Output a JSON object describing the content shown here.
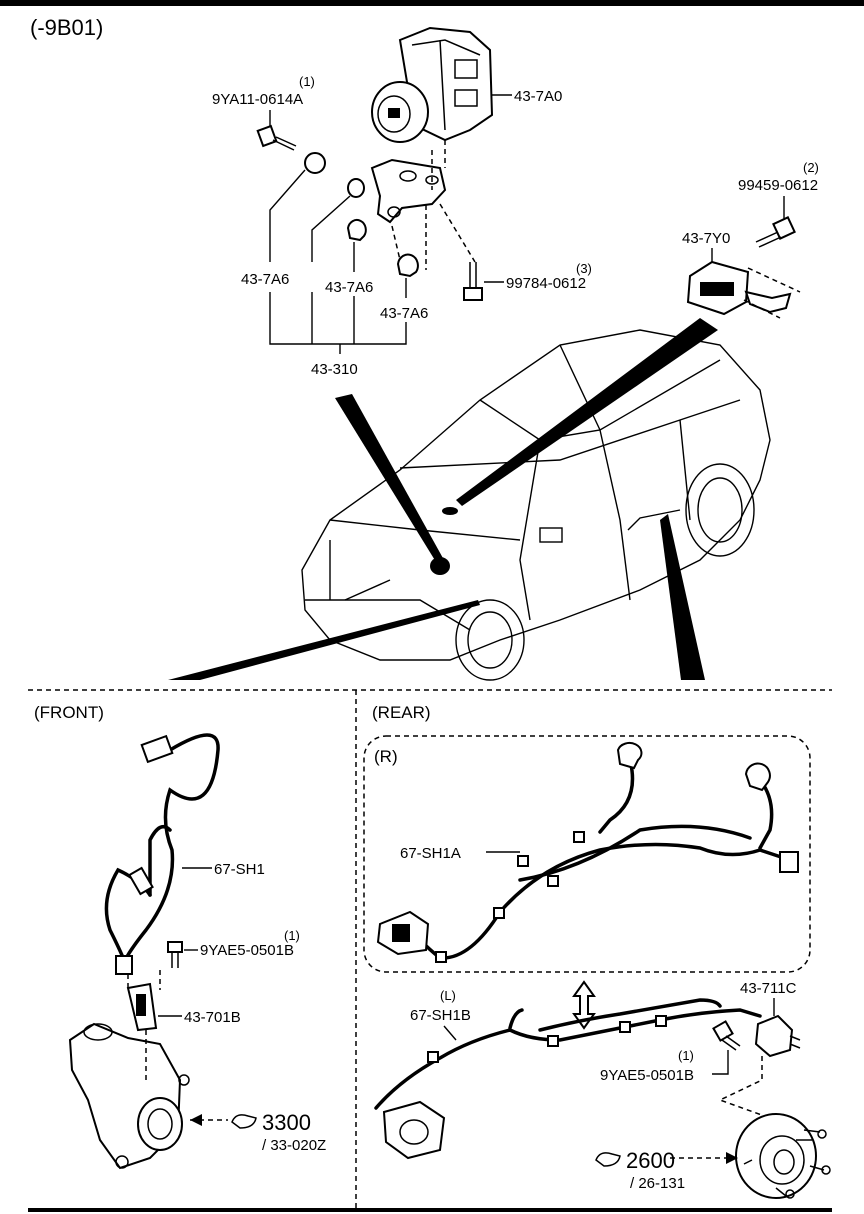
{
  "header": {
    "code": "(-9B01)"
  },
  "top_labels": {
    "bolt_part": "9YA11-0614A",
    "bolt_qty": "(1)",
    "hcu": "43-7A0",
    "bracket": "43-310",
    "bushing_a": "43-7A6",
    "bushing_b": "43-7A6",
    "bushing_c": "43-7A6",
    "bolt_b_part": "99784-0612",
    "bolt_b_qty": "(3)",
    "sensor_bolt_part": "99459-0612",
    "sensor_bolt_qty": "(2)",
    "yaw_sensor": "43-7Y0"
  },
  "sections": {
    "front": "(FRONT)",
    "rear": "(REAR)",
    "rear_right": "(R)",
    "rear_left": "(L)"
  },
  "front_labels": {
    "harness": "67-SH1",
    "bolt_part": "9YAE5-0501B",
    "bolt_qty": "(1)",
    "sensor": "43-701B",
    "ref_main": "3300",
    "ref_sub": "/ 33-020Z"
  },
  "rear_labels": {
    "harness_r": "67-SH1A",
    "harness_l": "67-SH1B",
    "sensor": "43-711C",
    "bolt_part": "9YAE5-0501B",
    "bolt_qty": "(1)",
    "ref_main": "2600",
    "ref_sub": "/ 26-131"
  }
}
